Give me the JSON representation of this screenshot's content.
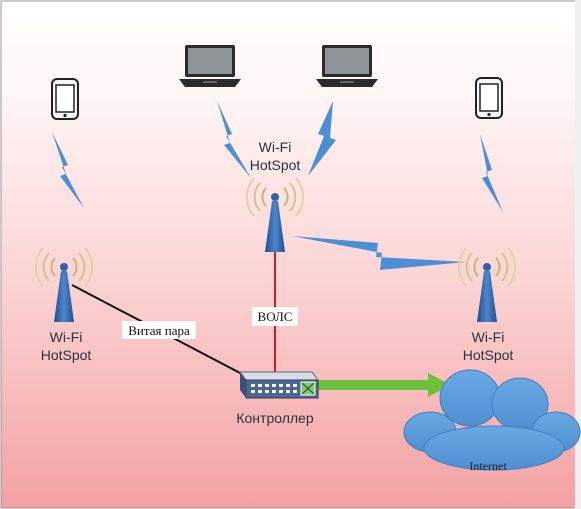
{
  "hotspots": {
    "left": {
      "line1": "Wi-Fi",
      "line2": "HotSpot"
    },
    "center": {
      "line1": "Wi-Fi",
      "line2": "HotSpot"
    },
    "right": {
      "line1": "Wi-Fi",
      "line2": "HotSpot"
    }
  },
  "links": {
    "twisted_pair": "Витая пара",
    "fiber": "ВОЛС"
  },
  "controller": {
    "label": "Контроллер"
  },
  "cloud": {
    "label": "Internet"
  },
  "colors": {
    "background_top": "#ffffff",
    "background_bottom": "#f3a1a4",
    "wireless": "#4d8fd6",
    "antenna": "#2f63a8",
    "fiber_line": "#cc1f1f",
    "uplink_arrow": "#6dbf3c",
    "cloud": "#5f9fdd"
  },
  "icons": [
    "smartphone-icon",
    "laptop-icon",
    "lightning-wireless-icon",
    "antenna-icon",
    "switch-icon",
    "cloud-icon"
  ]
}
